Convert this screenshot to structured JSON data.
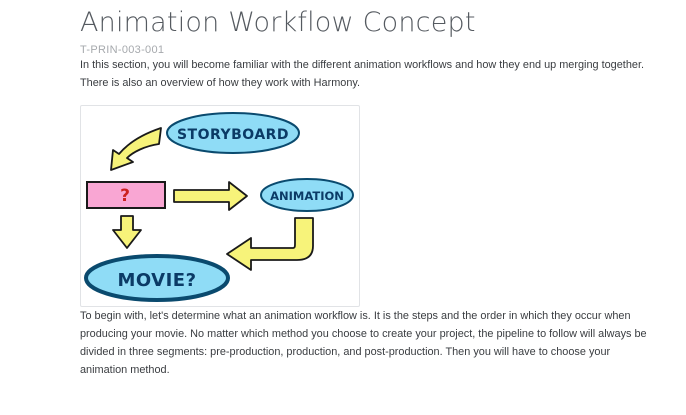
{
  "page": {
    "title": "Animation Workflow Concept",
    "doc_id": "T-PRIN-003-001",
    "intro": "In this section, you will become familiar with the different animation workflows and how they end up merging together. There is also an overview of how they work with Harmony.",
    "body": "To begin with, let's determine what an animation workflow is. It is the steps and the order in which they occur when producing your movie. No matter which method you choose to create your project, the pipeline to follow will always be divided in three segments: pre-production, production, and post-production. Then you will have to choose your animation method."
  },
  "diagram": {
    "storyboard_label": "STORYBOARD",
    "unknown_label": "?",
    "animation_label": "ANIMATION",
    "movie_label": "MOVIE?",
    "colors": {
      "bubble_fill": "#8fdcf6",
      "bubble_stroke": "#0a4a6e",
      "arrow_fill": "#f7f37a",
      "box_fill": "#f9a6d3",
      "text": "#0b3b66",
      "question": "#cc2020"
    }
  }
}
